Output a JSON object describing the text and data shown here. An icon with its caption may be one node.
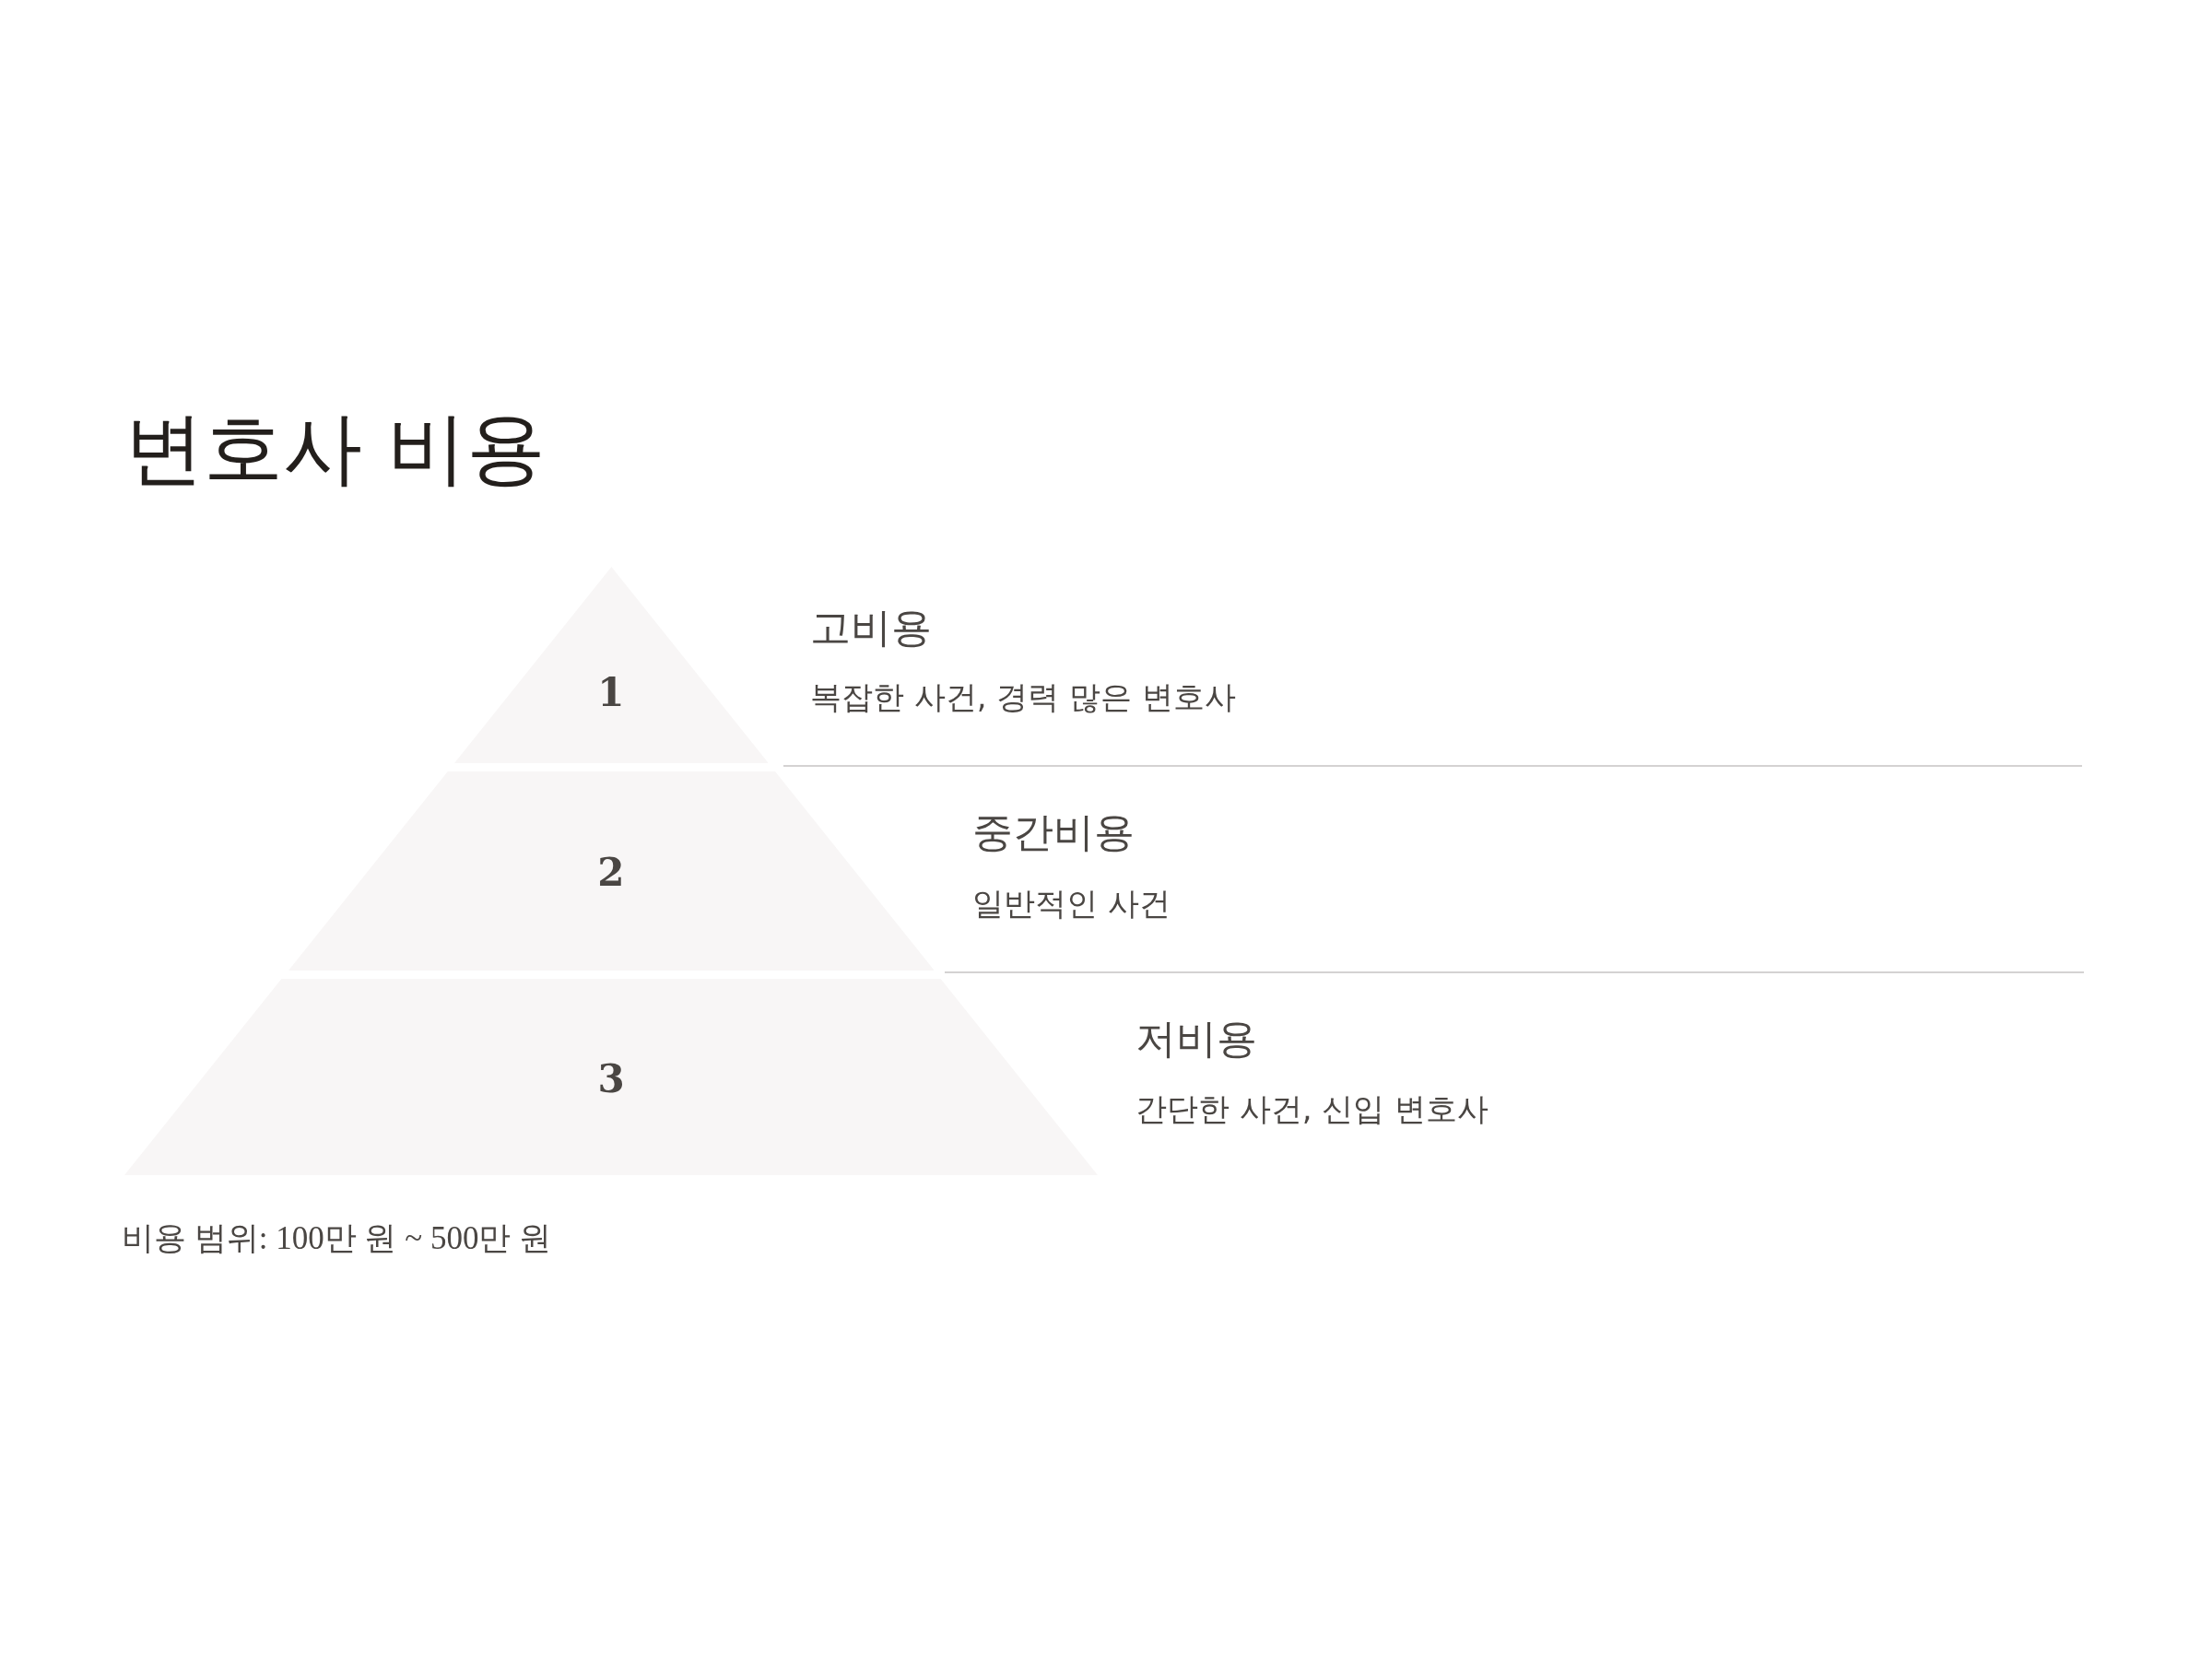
{
  "diagram": {
    "title": "변호사 비용",
    "caption": "비용 범위: 100만 원 ~ 500만 원",
    "nodes": [
      {
        "text": [
          "1"
        ],
        "beside": [
          "고비용",
          "복잡한 사건, 경력 많은 변호사"
        ]
      },
      {
        "text": [
          "2"
        ],
        "beside": [
          "중간비용",
          "일반적인 사건"
        ]
      },
      {
        "text": [
          "3"
        ],
        "beside": [
          "저비용",
          "간단한 사건, 신입 변호사"
        ]
      }
    ]
  }
}
